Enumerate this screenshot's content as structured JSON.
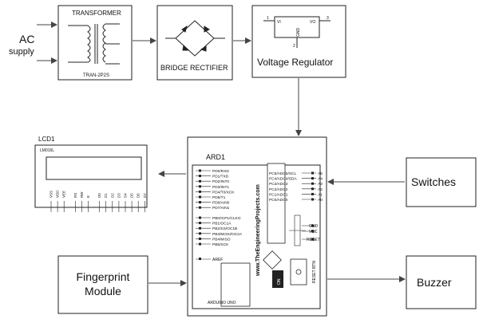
{
  "blocks": {
    "ac": {
      "title": "AC",
      "subtitle": "supply"
    },
    "transformer": {
      "title": "TRANSFORMER",
      "part": "TRAN-2P2S"
    },
    "rectifier": {
      "title": "BRIDGE RECTIFIER"
    },
    "regulator": {
      "title": "Voltage Regulator",
      "pin_in": "VI",
      "pin_out": "VO",
      "pin_gnd": "GND",
      "pin1": "1",
      "pin2": "2",
      "pin3": "3"
    },
    "lcd": {
      "title": "LCD1",
      "part": "LM016L",
      "pins": [
        "VSS",
        "VDD",
        "VEE",
        "RS",
        "RW",
        "E",
        "D0",
        "D1",
        "D2",
        "D3",
        "D4",
        "D5",
        "D6",
        "D7"
      ]
    },
    "arduino": {
      "title": "ARD1",
      "footer": "ARDUINO UNO",
      "watermark": "www.TheEngineeringProjects.com",
      "left_pins_top": [
        "PD0/RXD",
        "PD1/TXD",
        "PD2/INT0",
        "PD3/INT1",
        "PD4/T0/XCK",
        "PD5/T1",
        "PD6/AIN0",
        "PD7/AIN1"
      ],
      "left_pins_bottom": [
        "PB0/ICP1/CLKO",
        "PB1/OC1A",
        "PB2/SS/OC1B",
        "PB3/MOSI/OC2A",
        "PB4/MISO",
        "PB5/SCK"
      ],
      "aref": "AREF",
      "analog_pins": [
        "PC5/ADC5/SCL",
        "PC4/ADC4/SDA",
        "PC3/ADC3",
        "PC2/ADC2",
        "PC1/ADC1",
        "PC0/ADC0"
      ],
      "analog_labels": [
        "A5",
        "A4",
        "A3",
        "A2",
        "A1",
        "A0"
      ],
      "power": [
        "GND",
        "VCC"
      ],
      "reset": "RESET",
      "on": "ON",
      "reset_btn": "RESET BTN"
    },
    "switches": {
      "title": "Switches"
    },
    "fingerprint": {
      "line1": "Fingerprint",
      "line2": "Module"
    },
    "buzzer": {
      "title": "Buzzer"
    }
  }
}
